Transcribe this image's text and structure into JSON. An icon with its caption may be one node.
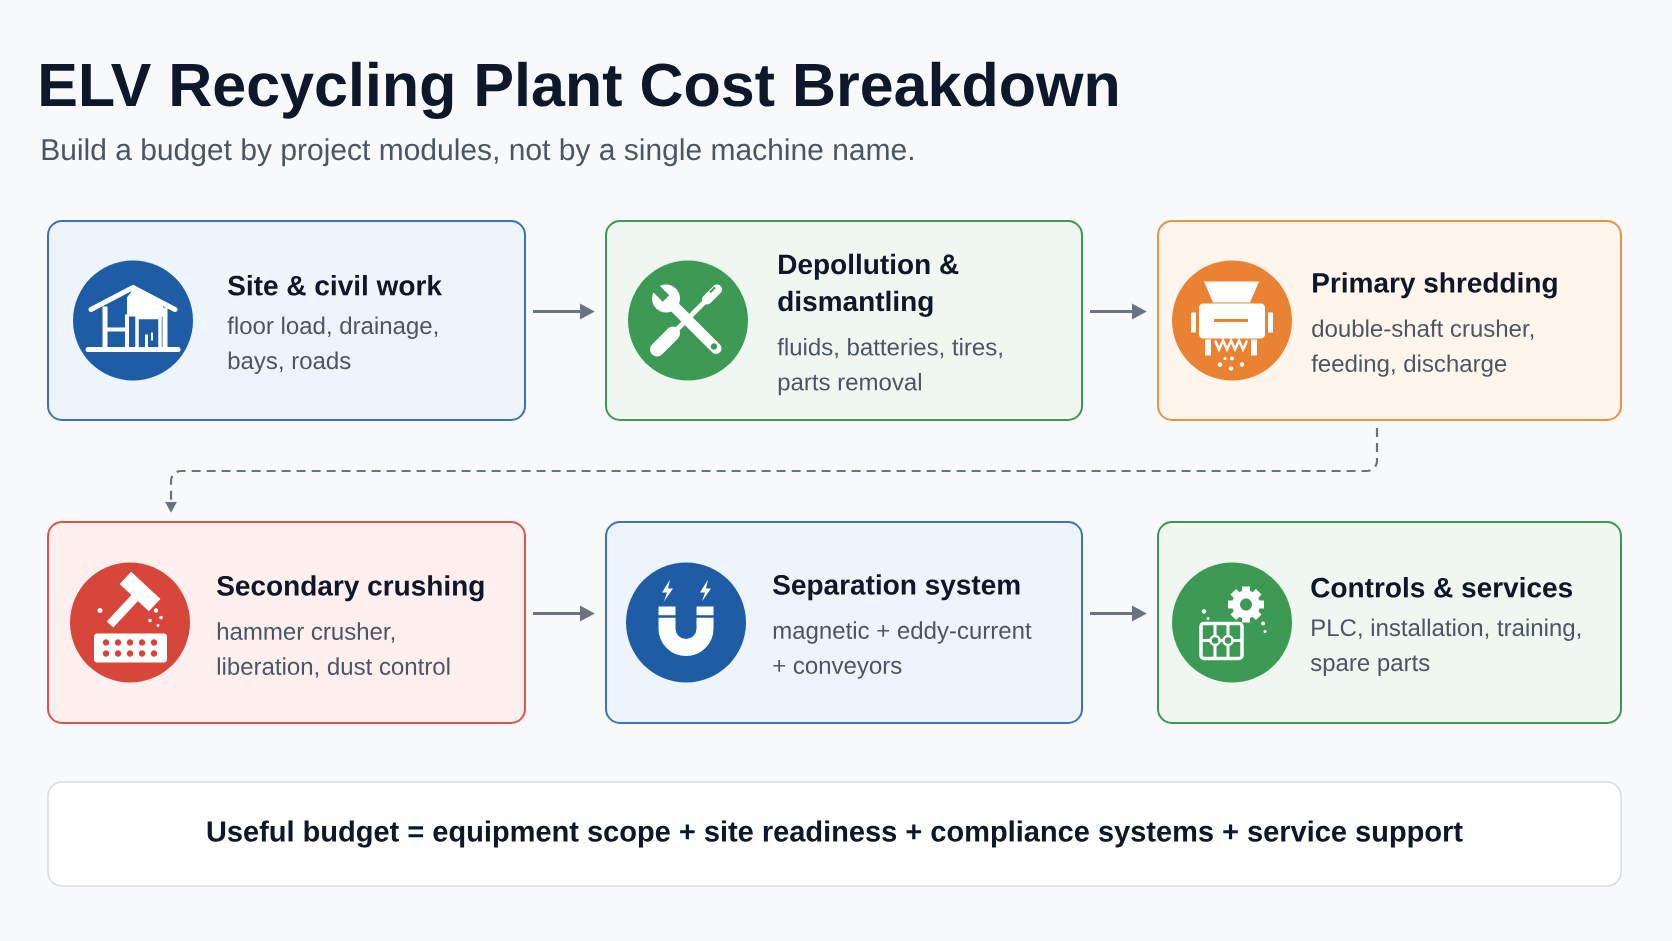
{
  "diagram": {
    "title": "ELV Recycling Plant Cost Breakdown",
    "nodes": [
      {
        "text": [
          "Site & civil work",
          "floor load, drainage, bays, roads"
        ]
      },
      {
        "text": [
          "Depollution & dismantling",
          "fluids, batteries, tires, parts removal"
        ]
      },
      {
        "text": [
          "Primary shredding",
          "double-shaft crusher, feeding, discharge"
        ]
      },
      {
        "text": [
          "Secondary crushing",
          "hammer crusher, liberation, dust control"
        ]
      },
      {
        "text": [
          "Separation system",
          "magnetic + eddy-current + conveyors"
        ]
      },
      {
        "text": [
          "Controls & services",
          "PLC, installation, training, spare parts"
        ]
      },
      {
        "text": [
          "Useful budget = equipment scope + site readiness + compliance systems + service support"
        ]
      }
    ],
    "edges": [
      {
        "from": 0,
        "to": 1,
        "arrow": "to"
      },
      {
        "from": 1,
        "to": 2,
        "arrow": "to"
      },
      {
        "from": 2,
        "to": 3,
        "arrow": "to",
        "style": "dashed"
      },
      {
        "from": 3,
        "to": 4,
        "arrow": "to"
      },
      {
        "from": 4,
        "to": 5,
        "arrow": "to"
      }
    ],
    "labels": [
      "Build a budget by project modules, not by a single machine name."
    ]
  }
}
